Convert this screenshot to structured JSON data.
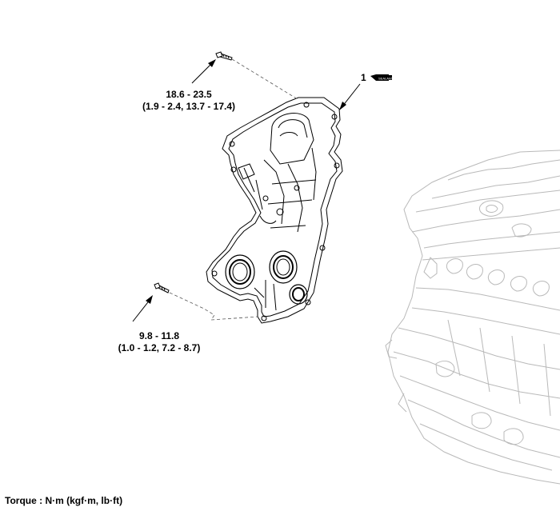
{
  "callouts": {
    "upper_bolt_torque": {
      "line1": "18.6 - 23.5",
      "line2": "(1.9 - 2.4, 13.7 - 17.4)"
    },
    "lower_bolt_torque": {
      "line1": "9.8 - 11.8",
      "line2": "(1.0 - 1.2, 7.2 - 8.7)"
    },
    "part_number": "1",
    "sealant_tag": "SEALANT"
  },
  "footnote": "Torque : N·m (kgf·m, lb·ft)"
}
